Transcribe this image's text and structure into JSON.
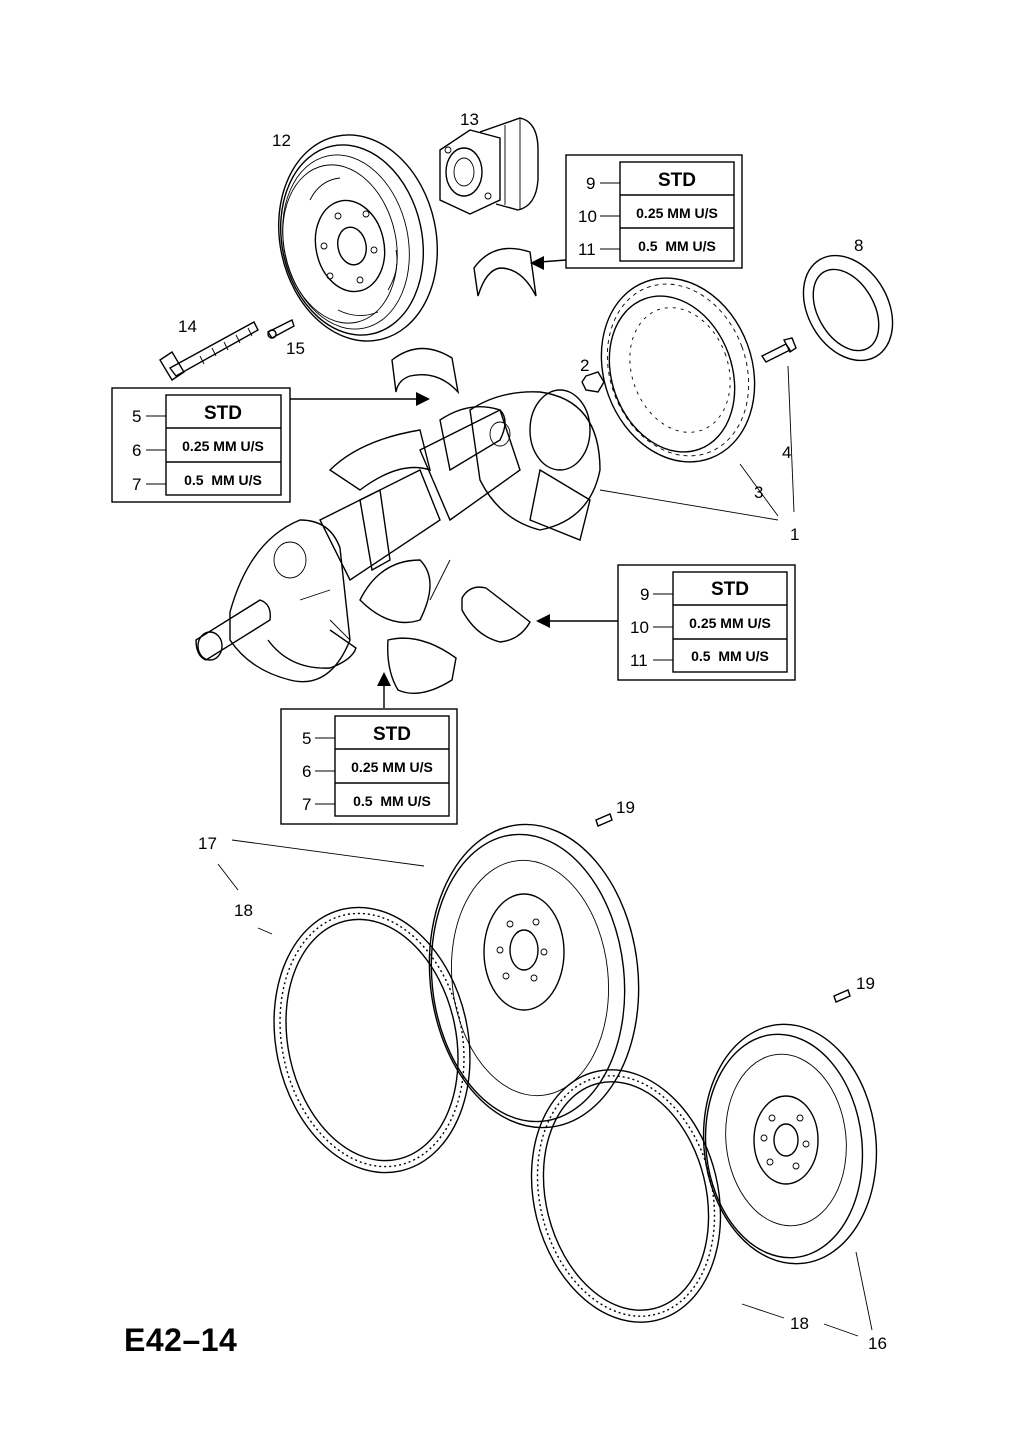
{
  "diagram_code": "E42–14",
  "callouts": {
    "c1": "1",
    "c2": "2",
    "c3": "3",
    "c4": "4",
    "c8": "8",
    "c12": "12",
    "c13": "13",
    "c14": "14",
    "c15": "15",
    "c16": "16",
    "c17": "17",
    "c18a": "18",
    "c18b": "18",
    "c19a": "19",
    "c19b": "19"
  },
  "bearing_tables": [
    {
      "rows": [
        {
          "num": "9",
          "label": "STD"
        },
        {
          "num": "10",
          "label": "0.25 MM U/S"
        },
        {
          "num": "11",
          "label": "0.5  MM U/S"
        }
      ]
    },
    {
      "rows": [
        {
          "num": "5",
          "label": "STD"
        },
        {
          "num": "6",
          "label": "0.25 MM U/S"
        },
        {
          "num": "7",
          "label": "0.5  MM U/S"
        }
      ]
    },
    {
      "rows": [
        {
          "num": "9",
          "label": "STD"
        },
        {
          "num": "10",
          "label": "0.25 MM U/S"
        },
        {
          "num": "11",
          "label": "0.5  MM U/S"
        }
      ]
    },
    {
      "rows": [
        {
          "num": "5",
          "label": "STD"
        },
        {
          "num": "6",
          "label": "0.25 MM U/S"
        },
        {
          "num": "7",
          "label": "0.5  MM U/S"
        }
      ]
    }
  ]
}
